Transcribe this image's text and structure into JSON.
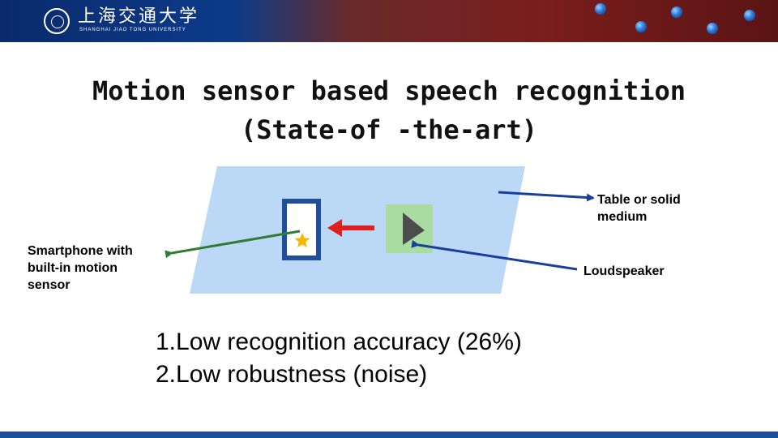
{
  "header": {
    "logo_text_cn": "上海交通大学",
    "logo_text_en": "SHANGHAI JIAO TONG UNIVERSITY"
  },
  "slide": {
    "title": "Motion sensor based speech recognition (State-of -the-art)",
    "labels": {
      "table": "Table or solid medium",
      "smartphone": "Smartphone with built-in motion sensor",
      "loudspeaker": "Loudspeaker"
    },
    "bullets": [
      "1.Low recognition accuracy (26%)",
      "2.Low robustness (noise)"
    ]
  },
  "colors": {
    "table_fill": "#bcd8f7",
    "phone_border": "#1f4e9c",
    "speaker_fill": "#a8dca0",
    "speaker_icon": "#4d4d4d",
    "star": "#f5b800",
    "arrow_red": "#e02020",
    "line_green": "#2e7d32",
    "line_blue": "#1a3f9a"
  }
}
